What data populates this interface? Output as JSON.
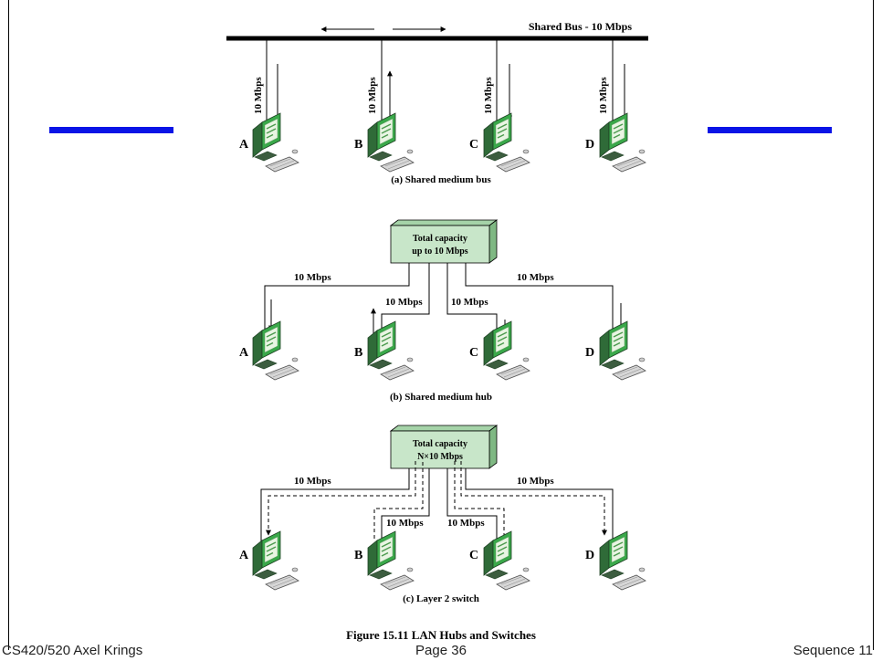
{
  "diagram": {
    "a": {
      "bus_label": "Shared Bus - 10 Mbps",
      "caption": "(a) Shared medium bus",
      "link_label": "10 Mbps"
    },
    "b": {
      "hub_line1": "Total capacity",
      "hub_line2": "up to 10 Mbps",
      "caption": "(b) Shared medium hub",
      "link_label": "10 Mbps"
    },
    "c": {
      "hub_line1": "Total capacity",
      "hub_line2": "N×10 Mbps",
      "caption": "(c) Layer 2 switch",
      "link_label": "10 Mbps"
    },
    "stations": [
      "A",
      "B",
      "C",
      "D"
    ],
    "figure_caption": "Figure 15.11  LAN Hubs and Switches"
  },
  "footer": {
    "left": "CS420/520 Axel Krings",
    "center": "Page 36",
    "right": "Sequence 11"
  },
  "colors": {
    "accent_bar": "#0a14e6",
    "hub_fill": "#c8e6c9",
    "screen": "#3aa84a"
  }
}
